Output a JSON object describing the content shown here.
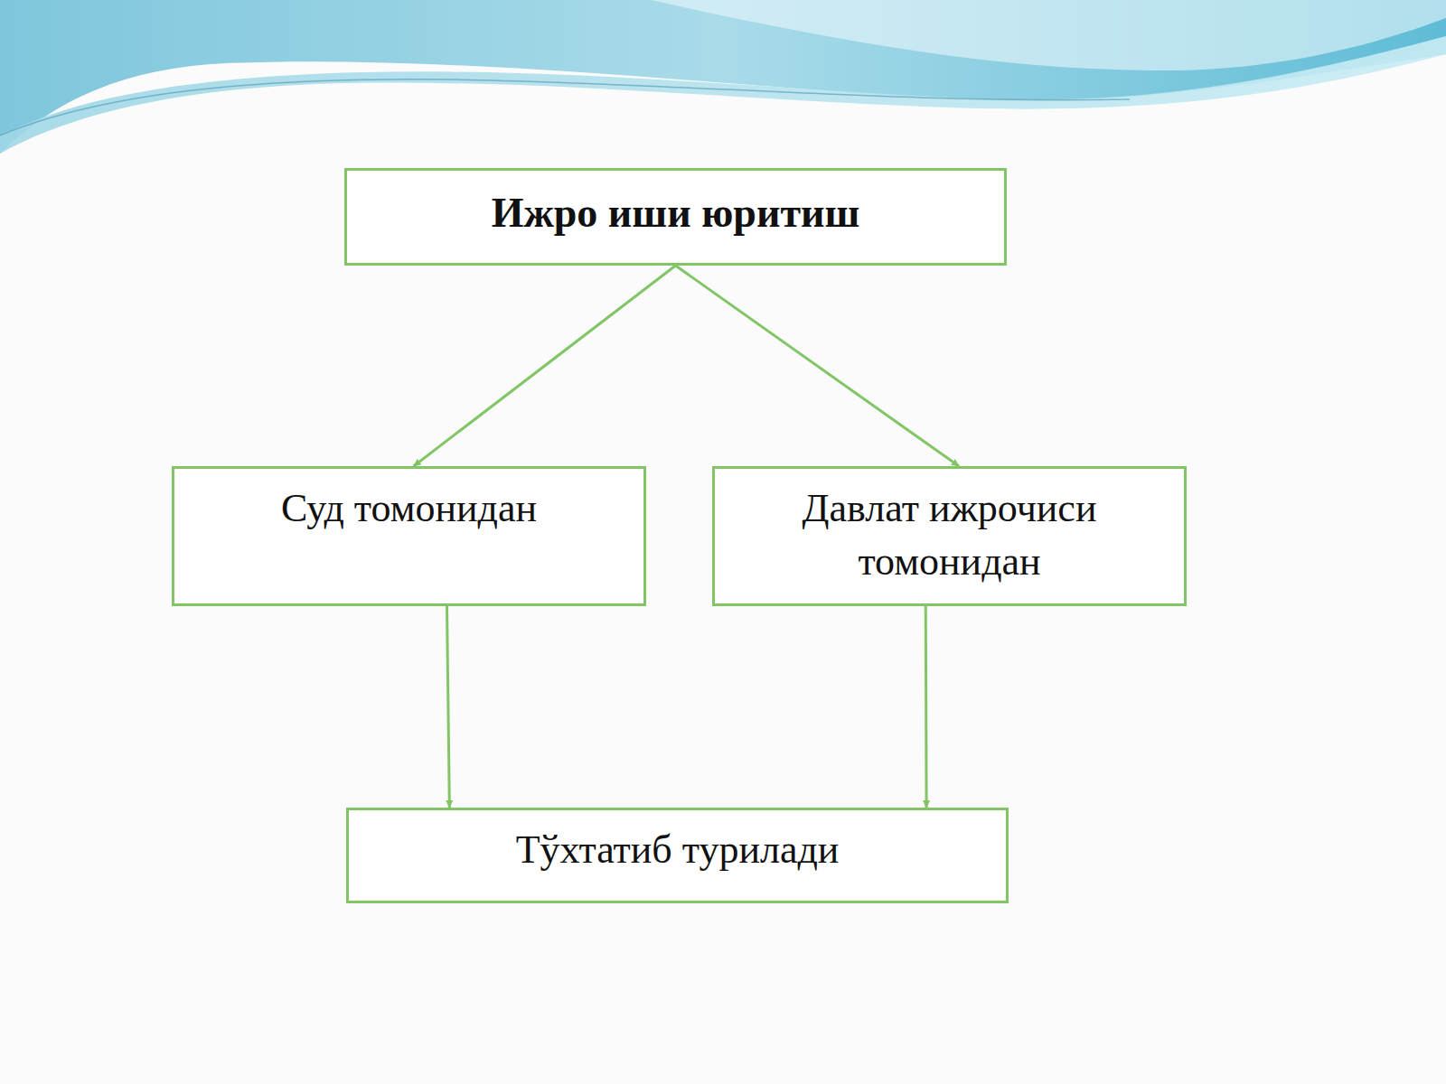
{
  "diagram": {
    "nodes": [
      {
        "text": [
          "Ижро иши юритиш"
        ]
      },
      {
        "text": [
          "Суд томонидан"
        ]
      },
      {
        "text": [
          "Давлат ижрочиси томонидан"
        ]
      },
      {
        "text": [
          "Тўхтатиб турилади"
        ]
      }
    ],
    "edges": [
      {
        "from": 0,
        "to": 1,
        "arrow": "to"
      },
      {
        "from": 0,
        "to": 2,
        "arrow": "to"
      },
      {
        "from": 1,
        "to": 3,
        "arrow": "to"
      },
      {
        "from": 2,
        "to": 3,
        "arrow": "to"
      }
    ]
  }
}
